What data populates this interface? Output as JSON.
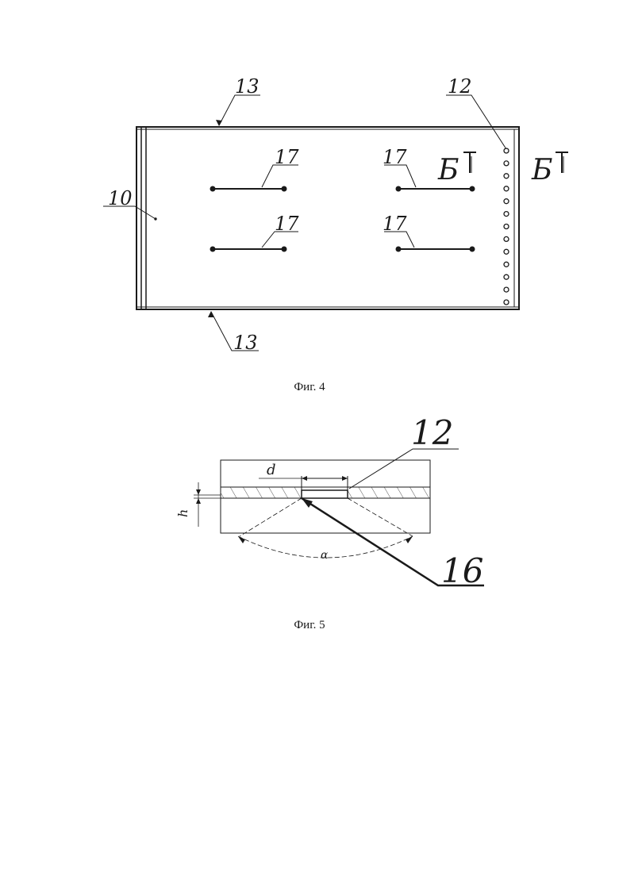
{
  "fig4": {
    "caption": "Фиг. 4",
    "labels": {
      "plate": "10",
      "holes": "12",
      "edge_top": "13",
      "edge_bottom": "13",
      "slot_top_left": "17",
      "slot_top_right": "17",
      "slot_bottom_left": "17",
      "slot_bottom_right": "17",
      "section_left": "Б",
      "section_right": "Б"
    },
    "hole_count": 13
  },
  "fig5": {
    "caption": "Фиг. 5",
    "labels": {
      "hole": "12",
      "insert": "16",
      "d": "d",
      "h": "h",
      "alpha": "α"
    }
  }
}
